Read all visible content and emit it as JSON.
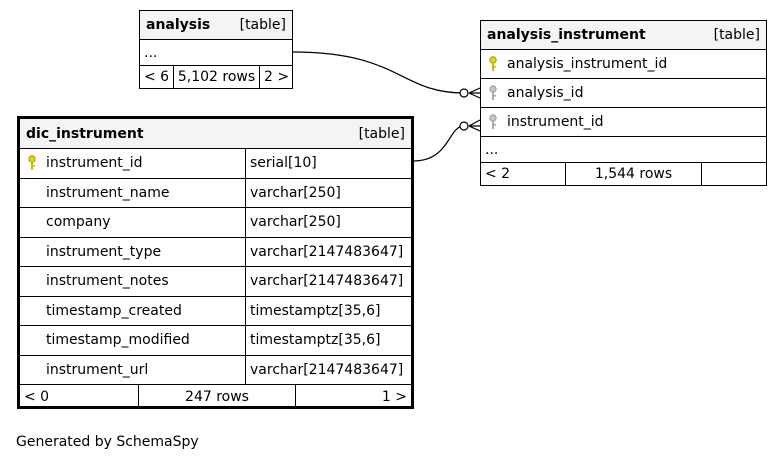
{
  "tables": {
    "analysis": {
      "name": "analysis",
      "kind": "[table]",
      "ellipsis": "...",
      "footer": {
        "prev": "< 6",
        "rows": "5,102 rows",
        "next": "2 >"
      }
    },
    "analysis_instrument": {
      "name": "analysis_instrument",
      "kind": "[table]",
      "columns": [
        {
          "name": "analysis_instrument_id",
          "key": "primary"
        },
        {
          "name": "analysis_id",
          "key": "foreign"
        },
        {
          "name": "instrument_id",
          "key": "foreign"
        }
      ],
      "ellipsis": "...",
      "footer": {
        "prev": "< 2",
        "rows": "1,544 rows",
        "next": ""
      }
    },
    "dic_instrument": {
      "name": "dic_instrument",
      "kind": "[table]",
      "columns": [
        {
          "name": "instrument_id",
          "type": "serial[10]",
          "key": "primary"
        },
        {
          "name": "instrument_name",
          "type": "varchar[250]",
          "key": ""
        },
        {
          "name": "company",
          "type": "varchar[250]",
          "key": ""
        },
        {
          "name": "instrument_type",
          "type": "varchar[2147483647]",
          "key": ""
        },
        {
          "name": "instrument_notes",
          "type": "varchar[2147483647]",
          "key": ""
        },
        {
          "name": "timestamp_created",
          "type": "timestamptz[35,6]",
          "key": ""
        },
        {
          "name": "timestamp_modified",
          "type": "timestamptz[35,6]",
          "key": ""
        },
        {
          "name": "instrument_url",
          "type": "varchar[2147483647]",
          "key": ""
        }
      ],
      "footer": {
        "prev": "< 0",
        "rows": "247 rows",
        "next": "1 >"
      }
    }
  },
  "colors": {
    "primary_key": "#e6d800",
    "foreign_key": "#b0b0b0",
    "header_bg": "#f4f4f4"
  },
  "generated_by": "Generated by SchemaSpy"
}
